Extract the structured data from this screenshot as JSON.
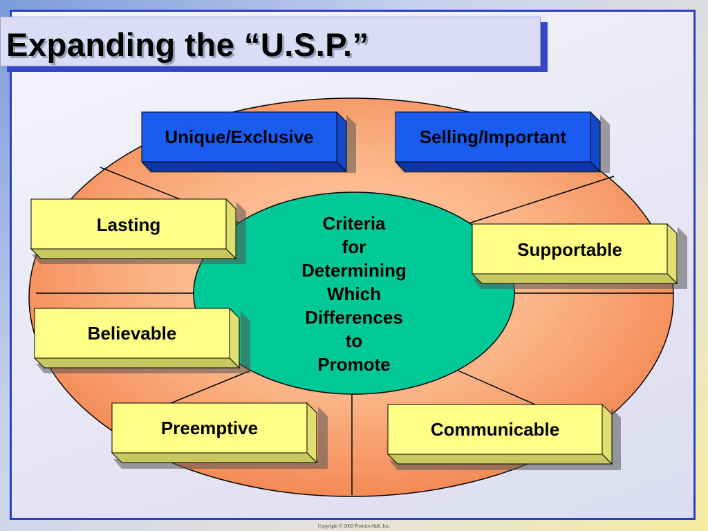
{
  "title": "Expanding the “U.S.P.”",
  "center": {
    "lines": [
      "Criteria",
      "for",
      "Determining",
      "Which",
      "Differences",
      "to",
      "Promote"
    ]
  },
  "criteria": {
    "unique": "Unique/Exclusive",
    "selling": "Selling/Important",
    "lasting": "Lasting",
    "supportable": "Supportable",
    "believable": "Believable",
    "preemptive": "Preemptive",
    "communicable": "Communicable"
  },
  "colors": {
    "outer_ellipse": "#f99a68",
    "inner_ellipse": "#00c896",
    "blue_box": "#1a5cf0",
    "yellow_box": "#ffff88",
    "frame": "#2c3fc4"
  },
  "copyright": "Copyright © 2002 Prentice-Hall, Inc."
}
